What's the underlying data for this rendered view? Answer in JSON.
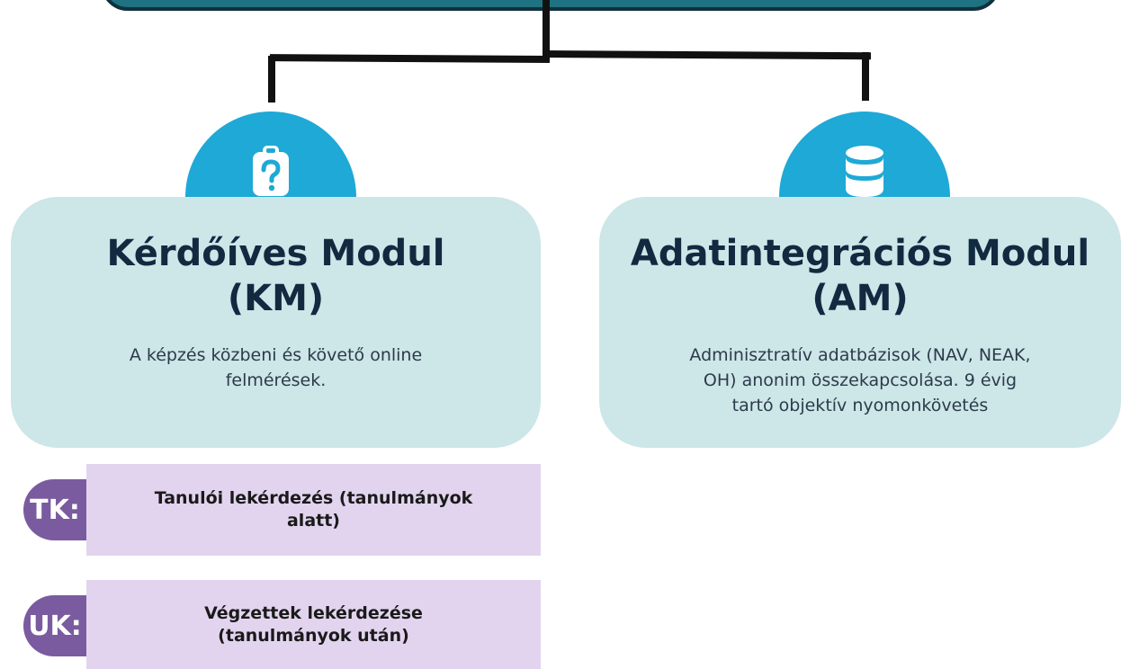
{
  "colors": {
    "root_fill": "#1f7282",
    "root_border": "#10303d",
    "connector": "#111111",
    "icon_tab": "#1ea9d6",
    "card_fill": "#cde6e8",
    "card_title": "#112a40",
    "sub_badge": "#7a5b9f",
    "sub_box": "#e2d4ee"
  },
  "modules": [
    {
      "icon": "clipboard-question-icon",
      "title_line1": "Kérdőíves Modul",
      "title_line2": "(KM)",
      "desc_line1": "A képzés közbeni és követő online",
      "desc_line2": "felmérések."
    },
    {
      "icon": "database-icon",
      "title_line1": "Adatintegrációs Modul",
      "title_line2": "(AM)",
      "desc_line1": "Adminisztratív adatbázisok (NAV, NEAK,",
      "desc_line2": "OH) anonim összekapcsolása. 9 évig",
      "desc_line3": "tartó objektív nyomonkövetés"
    }
  ],
  "sub_items": [
    {
      "badge": "TK:",
      "text_line1": "Tanulói  lekérdezés (tanulmányok",
      "text_line2": "alatt)"
    },
    {
      "badge": "UK:",
      "text_line1": "Végzettek lekérdezése",
      "text_line2": "(tanulmányok után)"
    }
  ]
}
